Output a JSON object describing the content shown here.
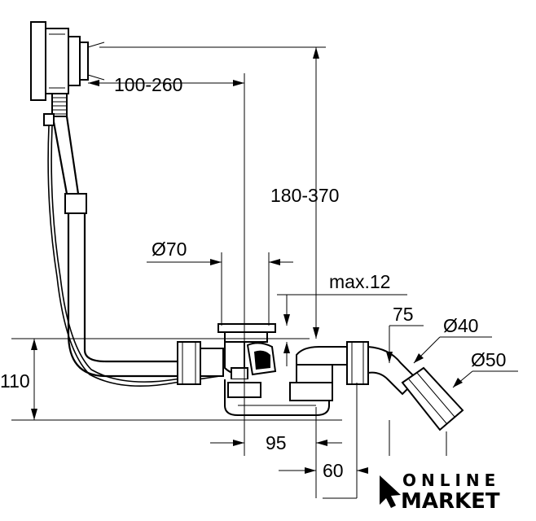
{
  "dimensions": {
    "reach": "100-260",
    "height_range": "180-370",
    "waste_diameter": "Ø70",
    "max_thickness": "max.12",
    "outlet_height": "110",
    "trap_offset": "95",
    "trap_depth": "60",
    "elbow_length": "75",
    "outlet_d40": "Ø40",
    "outlet_d50": "Ø50"
  },
  "logo": {
    "line1": "ONLINE",
    "line2": "MARKET"
  }
}
